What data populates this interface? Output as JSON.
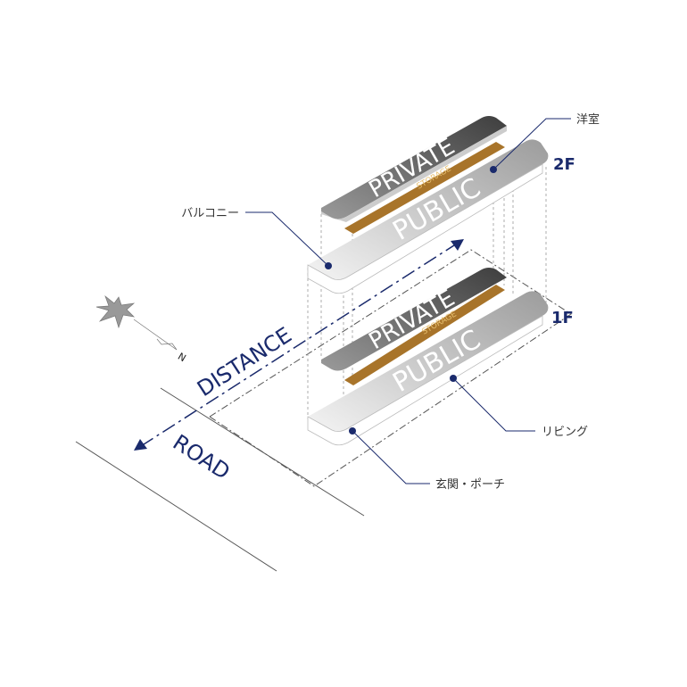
{
  "floors": {
    "upper": "2F",
    "lower": "1F"
  },
  "zones": {
    "private": "PRIVATE",
    "storage": "STORAGE",
    "public": "PUBLIC"
  },
  "labels": {
    "western_room": "洋室",
    "balcony": "バルコニー",
    "living": "リビング",
    "entrance_porch": "玄関・ポーチ"
  },
  "site": {
    "distance": "DISTANCE",
    "road": "ROAD",
    "north": "N"
  },
  "colors": {
    "accent": "#1a2a6c",
    "storage": "#a8742a",
    "private": "#555555"
  }
}
